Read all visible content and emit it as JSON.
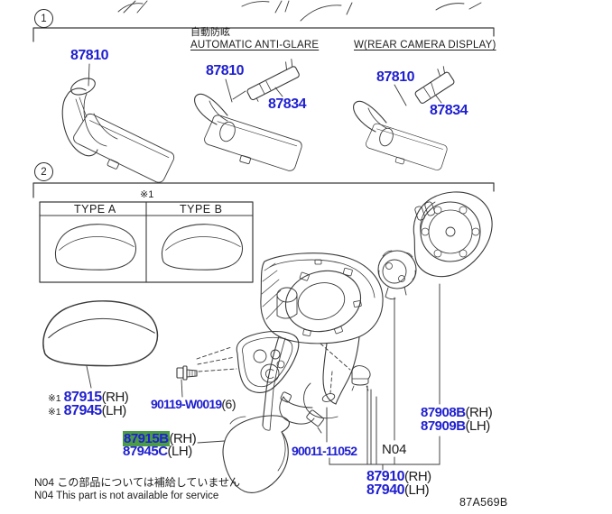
{
  "sections": {
    "one": {
      "badge": "1",
      "antiglare_jp": "自動防眩",
      "antiglare_en": "AUTOMATIC ANTI-GLARE",
      "rear_camera": "W(REAR CAMERA DISPLAY)"
    },
    "two": {
      "badge": "2",
      "table_note": "※1"
    }
  },
  "table": {
    "type_a": "TYPE A",
    "type_b": "TYPE B"
  },
  "labels": {
    "mirror_std": {
      "num": "87810"
    },
    "mirror_ag": {
      "num": "87810"
    },
    "sensor_ag": {
      "num": "87834"
    },
    "mirror_cam": {
      "num": "87810"
    },
    "sensor_cam": {
      "num": "87834"
    },
    "cover_rh": {
      "note": "※1",
      "num": "87915",
      "side": "(RH)"
    },
    "cover_lh": {
      "note": "※1",
      "num": "87945",
      "side": "(LH)"
    },
    "screw": {
      "num": "90119-W0019",
      "qty": "(6)"
    },
    "lower_cover_rh": {
      "num": "87915B",
      "side": "(RH)",
      "highlighted": true
    },
    "lower_cover_lh": {
      "num": "87945C",
      "side": "(LH)"
    },
    "grommet": {
      "num": "90011-11052"
    },
    "n04": {
      "num": "N04"
    },
    "glass_rh": {
      "num": "87908B",
      "side": "(RH)"
    },
    "glass_lh": {
      "num": "87909B",
      "side": "(LH)"
    },
    "assy_rh": {
      "num": "87910",
      "side": "(RH)"
    },
    "assy_lh": {
      "num": "87940",
      "side": "(LH)"
    }
  },
  "footnotes": {
    "jp": "N04 この部品については補給していません",
    "en": "N04 This part is not available for service"
  },
  "figure_code": "87A569B",
  "colors": {
    "part_number_blue": "#2020d0",
    "highlight_green": "#4c9c46",
    "line": "#3a3a3a"
  }
}
